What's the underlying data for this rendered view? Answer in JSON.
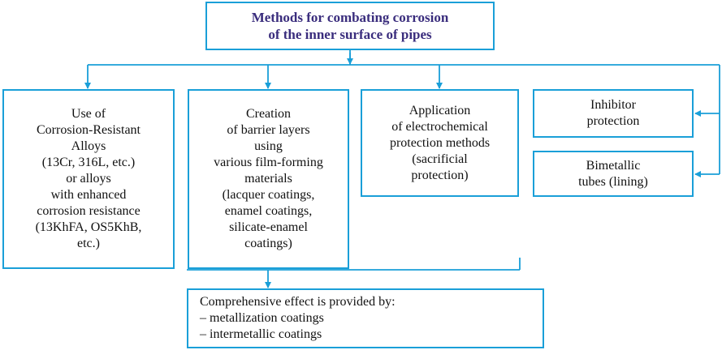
{
  "diagram": {
    "title": [
      "Methods for combating corrosion",
      "of the inner surface of pipes"
    ],
    "methods": [
      {
        "lines": [
          "Use of",
          "Corrosion-Resistant",
          "Alloys",
          "(13Cr, 316L, etc.)",
          "or alloys",
          "with enhanced",
          "corrosion resistance",
          "(13KhFA, OS5KhB,",
          "etc.)"
        ]
      },
      {
        "lines": [
          "Creation",
          "of barrier layers",
          "using",
          "various film-forming",
          "materials",
          "(lacquer coatings,",
          "enamel coatings,",
          "silicate-enamel",
          "coatings)"
        ]
      },
      {
        "lines": [
          "Application",
          "of electrochemical",
          "protection methods",
          "(sacrificial",
          "protection)"
        ]
      },
      {
        "lines": [
          "Inhibitor",
          "protection"
        ]
      },
      {
        "lines": [
          "Bimetallic",
          "tubes (lining)"
        ]
      }
    ],
    "combined": [
      "Comprehensive effect is provided by:",
      "– metallization coatings",
      "– intermetallic coatings"
    ],
    "colors": {
      "border": "#1a9fd8",
      "title_text": "#3a2d7d",
      "text": "#111111"
    }
  }
}
